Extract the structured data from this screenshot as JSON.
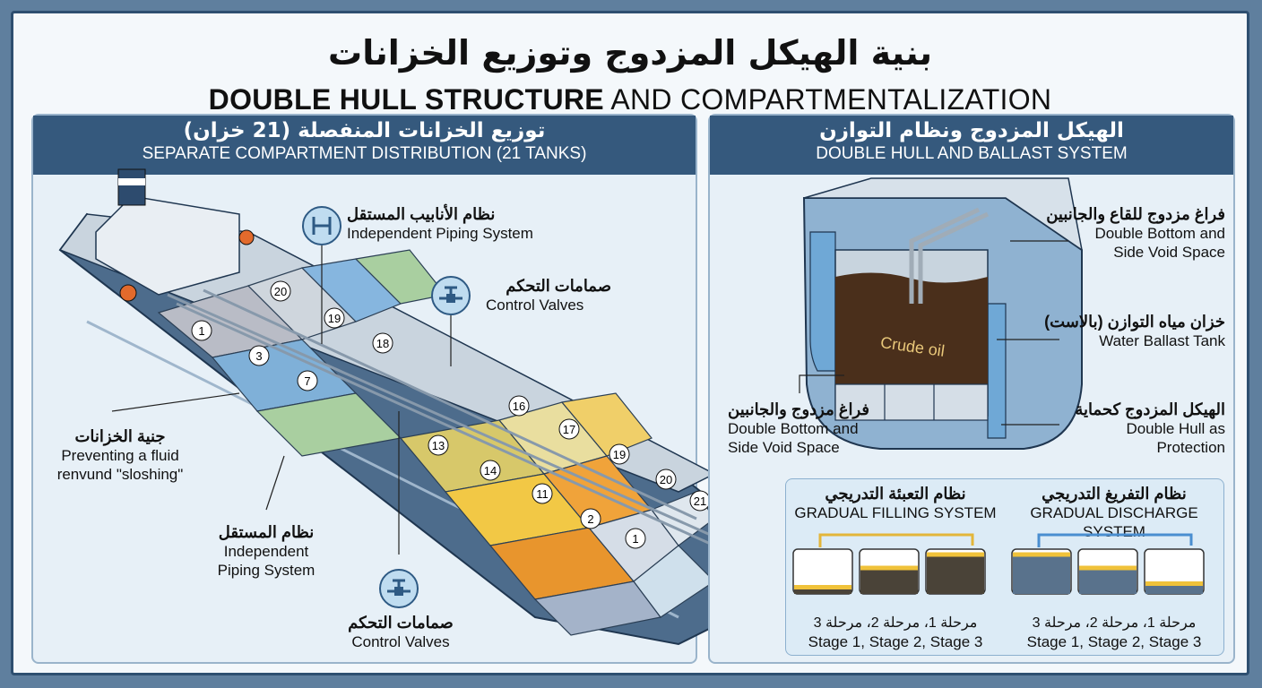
{
  "title_ar": "بنية الهيكل المزدوج وتوزيع الخزانات",
  "title_en_bold": "DOUBLE HULL STRUCTURE",
  "title_en_rest": " AND COMPARTMENTALIZATION",
  "left_panel": {
    "heading_ar": "توزيع الخزانات المنفصلة (21 خزان)",
    "heading_en": "SEPARATE COMPARTMENT DISTRIBUTION (21 TANKS)",
    "tanks": [
      "1",
      "3",
      "7",
      "20",
      "19",
      "18",
      "16",
      "17",
      "19",
      "13",
      "14",
      "11",
      "20",
      "21",
      "2",
      "1"
    ],
    "callouts": {
      "piping_top_ar": "نظام الأنابيب المستقل",
      "piping_top_en": "Independent Piping System",
      "valves_top_ar": "صمامات التحكم",
      "valves_top_en": "Control Valves",
      "tank_structure_ar": "جنية الخزانات",
      "tank_structure_en1": "Preventing a fluid",
      "tank_structure_en2": "renvund \"sloshing\"",
      "piping_bottom_ar": "نظام المستقل",
      "piping_bottom_en1": "Independent",
      "piping_bottom_en2": "Piping System",
      "valves_bottom_ar": "صمامات التحكم",
      "valves_bottom_en": "Control Valves"
    }
  },
  "right_panel": {
    "heading_ar": "الهيكل المزدوج ونظام التوازن",
    "heading_en": "DOUBLE HULL AND BALLAST SYSTEM",
    "crude_label": "Crude oil",
    "callouts": {
      "void_top_ar": "فراغ مزدوج للقاع والجانبين",
      "void_top_en1": "Double Bottom and",
      "void_top_en2": "Side Void Space",
      "ballast_ar": "خزان مياه التوازن (بالاست)",
      "ballast_en": "Water Ballast Tank",
      "void_left_ar": "فراغ مزدوج والجانبين",
      "void_left_en1": "Double Bottom and",
      "void_left_en2": "Side Void Space",
      "hull_ar": "الهيكل المزدوج كحماية",
      "hull_en1": "Double Hull as",
      "hull_en2": "Protection"
    },
    "filling": {
      "title_ar": "نظام التعبئة التدريجي",
      "title_en": "GRADUAL FILLING SYSTEM",
      "stages_ar": "مرحلة 1، مرحلة 2، مرحلة 3",
      "stages_en": "Stage 1, Stage 2, Stage 3",
      "levels": [
        0.12,
        0.55,
        0.85
      ]
    },
    "discharge": {
      "title_ar": "نظام التفريغ التدريجي",
      "title_en": "GRADUAL DISCHARGE SYSTEM",
      "stages_ar": "مرحلة 1، مرحلة 2، مرحلة 3",
      "stages_en": "Stage 1, Stage 2, Stage 3",
      "levels": [
        0.85,
        0.55,
        0.2
      ]
    }
  },
  "colors": {
    "frame": "#2e4f70",
    "header": "#35597d",
    "crude": "#4a2f1b",
    "ballast": "#6fa8d6",
    "oil_yellow": "#f0c23a"
  }
}
